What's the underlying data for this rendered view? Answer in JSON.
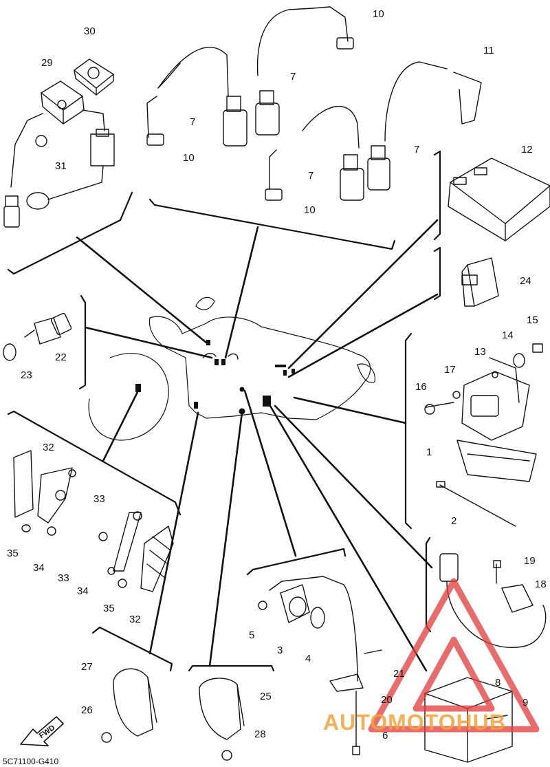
{
  "diagram_code": "5C71100-G410",
  "fwd_label": "FWD",
  "watermark_text": "AUTOMOTOHUB",
  "colors": {
    "line": "#111111",
    "watermark_red": "#e23b3b",
    "watermark_orange": "#f2a33a"
  },
  "callouts": [
    "1",
    "2",
    "3",
    "4",
    "5",
    "6",
    "7",
    "7",
    "7",
    "7",
    "8",
    "9",
    "10",
    "10",
    "10",
    "11",
    "12",
    "13",
    "14",
    "15",
    "16",
    "17",
    "18",
    "19",
    "20",
    "21",
    "22",
    "23",
    "24",
    "25",
    "26",
    "27",
    "28",
    "29",
    "30",
    "31",
    "32",
    "32",
    "33",
    "33",
    "34",
    "34",
    "35",
    "35"
  ]
}
